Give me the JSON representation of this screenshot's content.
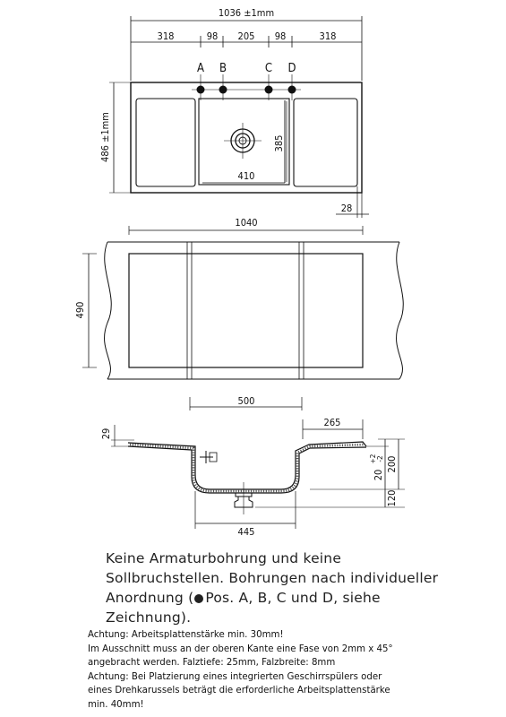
{
  "top_view": {
    "overall_width": "1036 ±1mm",
    "segments": [
      "318",
      "98",
      "205",
      "98",
      "318"
    ],
    "height": "486 ±1mm",
    "bowl_width": "410",
    "bowl_height": "385",
    "edge": "28",
    "tap_positions": [
      "A",
      "B",
      "C",
      "D"
    ]
  },
  "cutout_view": {
    "width": "1040",
    "height": "490",
    "distance": "500"
  },
  "section_view": {
    "rim": "29",
    "drainer": "265",
    "bowl_width": "445",
    "depth": "200",
    "depth_sub": "20",
    "tolerance_plus": "+2",
    "tolerance_minus": "-2",
    "drain": "120"
  },
  "notes": {
    "main_line1": "Keine Armaturbohrung und keine",
    "main_line2": "Sollbruchstellen. Bohrungen nach individueller",
    "main_line3_pre": "Anordnung (",
    "main_line3_post": "Pos. A, B, C und D, siehe",
    "main_line4": "Zeichnung).",
    "small": [
      "Achtung: Arbeitsplattenstärke min. 30mm!",
      "Im Ausschnitt muss an der oberen Kante eine Fase von 2mm x 45°",
      "angebracht werden. Falztiefe: 25mm, Falzbreite: 8mm",
      "Achtung: Bei Platzierung eines integrierten Geschirrspülers oder",
      "eines Drehkarussels beträgt die erforderliche Arbeitsplattenstärke",
      "min. 40mm!"
    ]
  }
}
